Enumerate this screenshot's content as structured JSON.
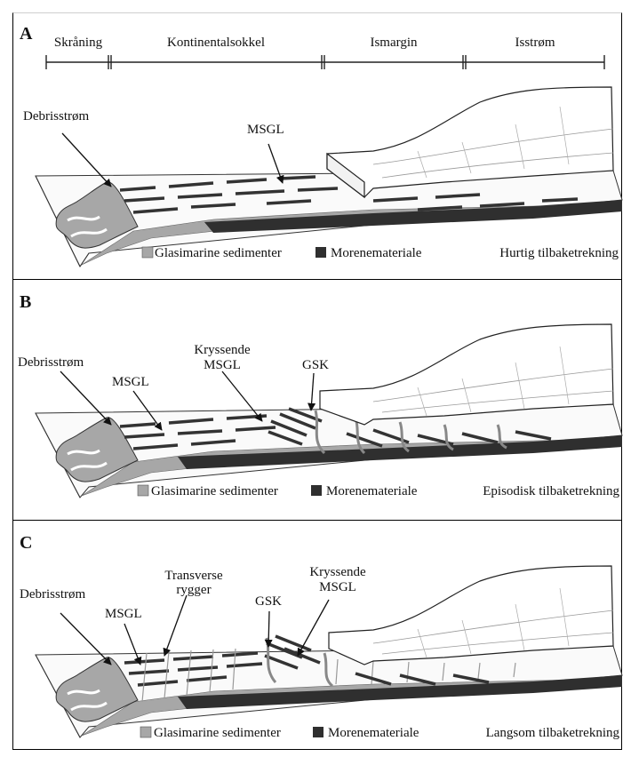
{
  "scale_bar": {
    "zones": [
      "Skråning",
      "Kontinentalsokkel",
      "Ismargin",
      "Isstrøm"
    ]
  },
  "panels": [
    {
      "letter": "A",
      "labels": {
        "debris": "Debrisstrøm",
        "msgl": "MSGL"
      },
      "legend": {
        "glacimarine": "Glasimarine sedimenter",
        "till": "Morenemateriale"
      },
      "caption": "Hurtig tilbaketrekning"
    },
    {
      "letter": "B",
      "labels": {
        "debris": "Debrisstrøm",
        "msgl": "MSGL",
        "crossing_1": "Kryssende",
        "crossing_2": "MSGL",
        "gsk": "GSK"
      },
      "legend": {
        "glacimarine": "Glasimarine sedimenter",
        "till": "Morenemateriale"
      },
      "caption": "Episodisk tilbaketrekning"
    },
    {
      "letter": "C",
      "labels": {
        "debris": "Debrisstrøm",
        "msgl": "MSGL",
        "transverse_1": "Transverse",
        "transverse_2": "rygger",
        "gsk": "GSK",
        "crossing_1": "Kryssende",
        "crossing_2": "MSGL"
      },
      "legend": {
        "glacimarine": "Glasimarine sedimenter",
        "till": "Morenemateriale"
      },
      "caption": "Langsom tilbaketrekning"
    }
  ],
  "colors": {
    "glacimarine": "#a7a7a7",
    "till": "#2f2f2f",
    "ice": "#ffffff",
    "outline": "#222222"
  }
}
